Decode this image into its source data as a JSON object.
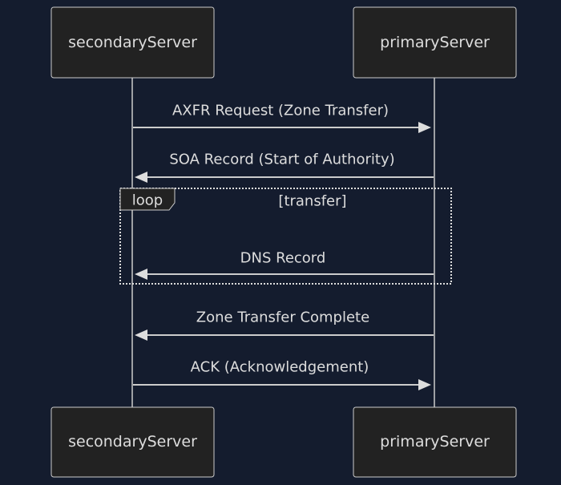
{
  "actors": {
    "secondary": "secondaryServer",
    "primary": "primaryServer"
  },
  "messages": [
    {
      "label": "AXFR Request (Zone Transfer)",
      "from": "secondaryServer",
      "to": "primaryServer"
    },
    {
      "label": "SOA Record (Start of Authority)",
      "from": "primaryServer",
      "to": "secondaryServer"
    },
    {
      "label": "DNS Record",
      "from": "primaryServer",
      "to": "secondaryServer"
    },
    {
      "label": "Zone Transfer Complete",
      "from": "primaryServer",
      "to": "secondaryServer"
    },
    {
      "label": "ACK (Acknowledgement)",
      "from": "secondaryServer",
      "to": "primaryServer"
    }
  ],
  "loop": {
    "keyword": "loop",
    "condition": "[transfer]"
  }
}
